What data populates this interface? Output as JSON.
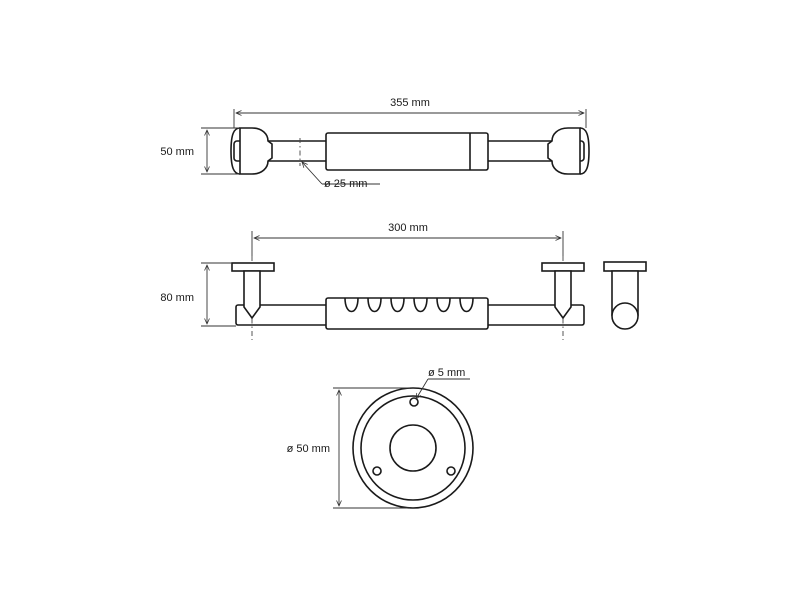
{
  "dimensions": {
    "top_length": "355 mm",
    "top_height": "50 mm",
    "top_diameter": "ø 25 mm",
    "front_length": "300 mm",
    "front_height": "80 mm",
    "flange_hole": "ø 5 mm",
    "flange_diameter": "ø 50 mm"
  },
  "colors": {
    "line": "#1a1a1a",
    "dimension": "#333333",
    "background": "#ffffff"
  }
}
